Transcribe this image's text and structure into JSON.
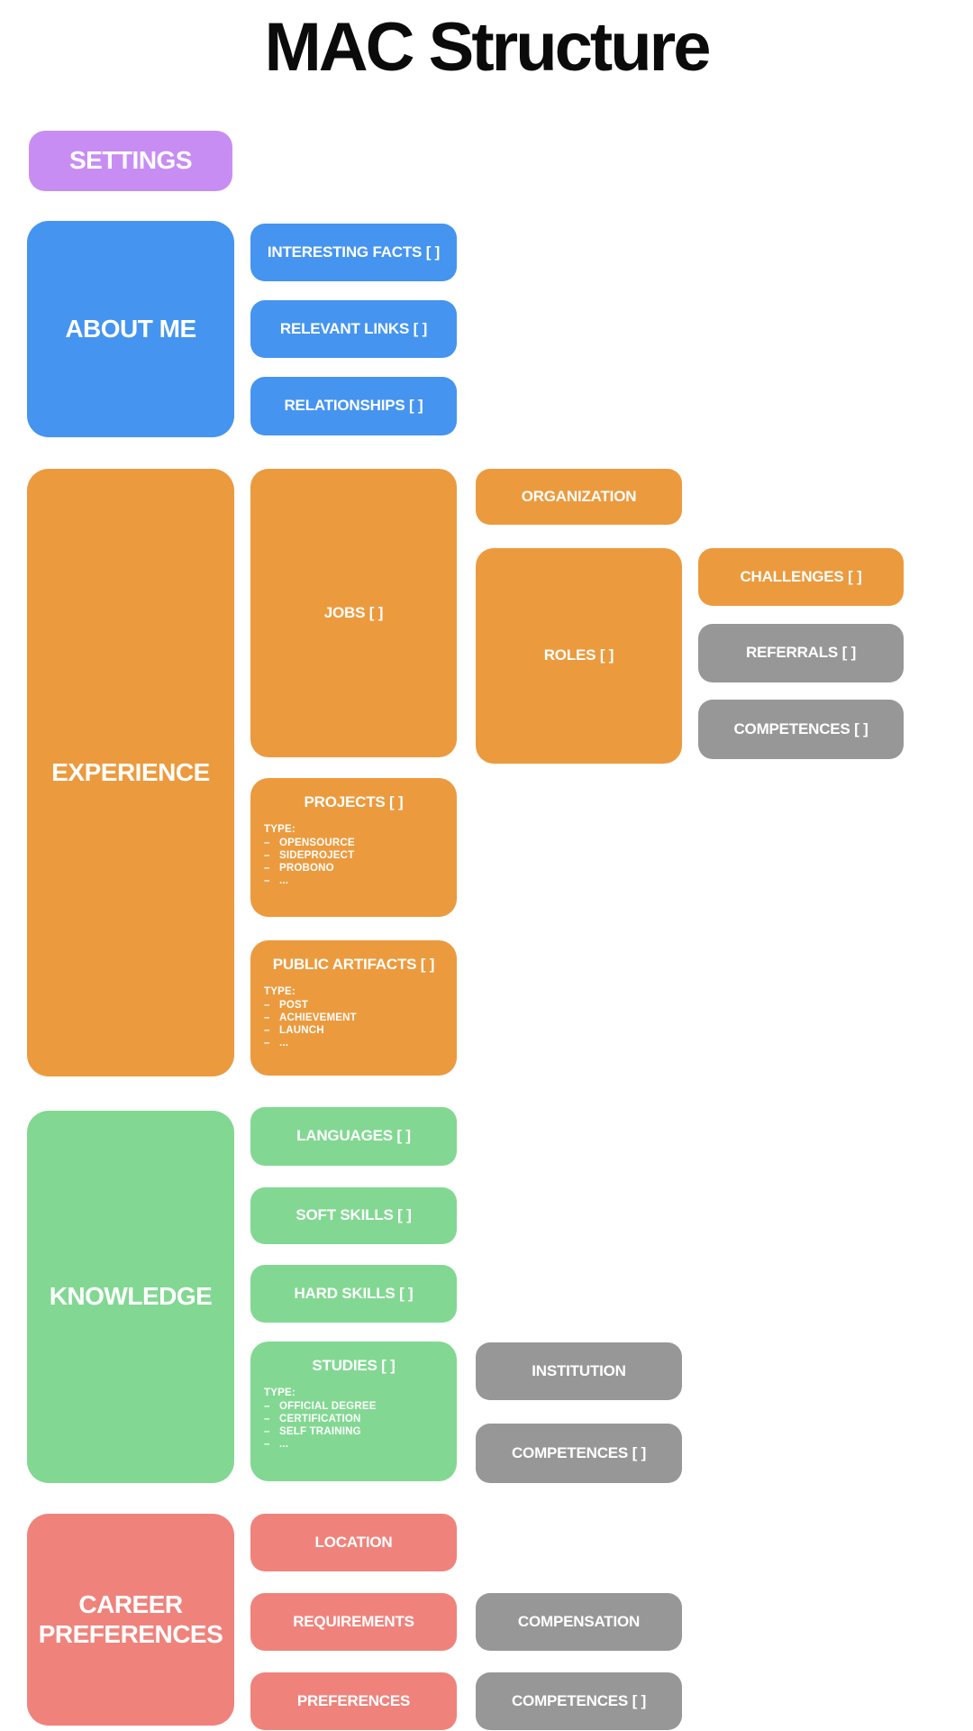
{
  "title": "MAC Structure",
  "colors": {
    "purple": "#C88DF3",
    "blue": "#4594F0",
    "orange": "#EC9A3E",
    "green": "#82D892",
    "red": "#EF837C",
    "gray": "#979797",
    "title_text": "#0B0B0B",
    "node_text": "#FFFFFF"
  },
  "settings": {
    "label": "SETTINGS"
  },
  "about_me": {
    "label": "ABOUT ME",
    "interesting_facts": "INTERESTING FACTS [ ]",
    "relevant_links": "RELEVANT LINKS [ ]",
    "relationships": "RELATIONSHIPS [ ]"
  },
  "experience": {
    "label": "EXPERIENCE",
    "jobs": "JOBS [ ]",
    "organization": "ORGANIZATION",
    "roles": "ROLES [ ]",
    "challenges": "CHALLENGES [ ]",
    "referrals": "REFERRALS [ ]",
    "competences": "COMPETENCES [ ]",
    "projects": {
      "label": "PROJECTS [ ]",
      "type_heading": "TYPE:",
      "types": [
        "OPENSOURCE",
        "SIDEPROJECT",
        "PROBONO",
        "..."
      ]
    },
    "public_artifacts": {
      "label": "PUBLIC ARTIFACTS [ ]",
      "type_heading": "TYPE:",
      "types": [
        "POST",
        "ACHIEVEMENT",
        "LAUNCH",
        "..."
      ]
    }
  },
  "knowledge": {
    "label": "KNOWLEDGE",
    "languages": "LANGUAGES [ ]",
    "soft_skills": "SOFT SKILLS [ ]",
    "hard_skills": "HARD SKILLS [ ]",
    "studies": {
      "label": "STUDIES [ ]",
      "type_heading": "TYPE:",
      "types": [
        "OFFICIAL DEGREE",
        "CERTIFICATION",
        "SELF TRAINING",
        "..."
      ]
    },
    "institution": "INSTITUTION",
    "competences": "COMPETENCES [ ]"
  },
  "career_preferences": {
    "label": "CAREER PREFERENCES",
    "location": "LOCATION",
    "requirements": "REQUIREMENTS",
    "preferences": "PREFERENCES",
    "compensation": "COMPENSATION",
    "competences": "COMPETENCES [ ]"
  }
}
